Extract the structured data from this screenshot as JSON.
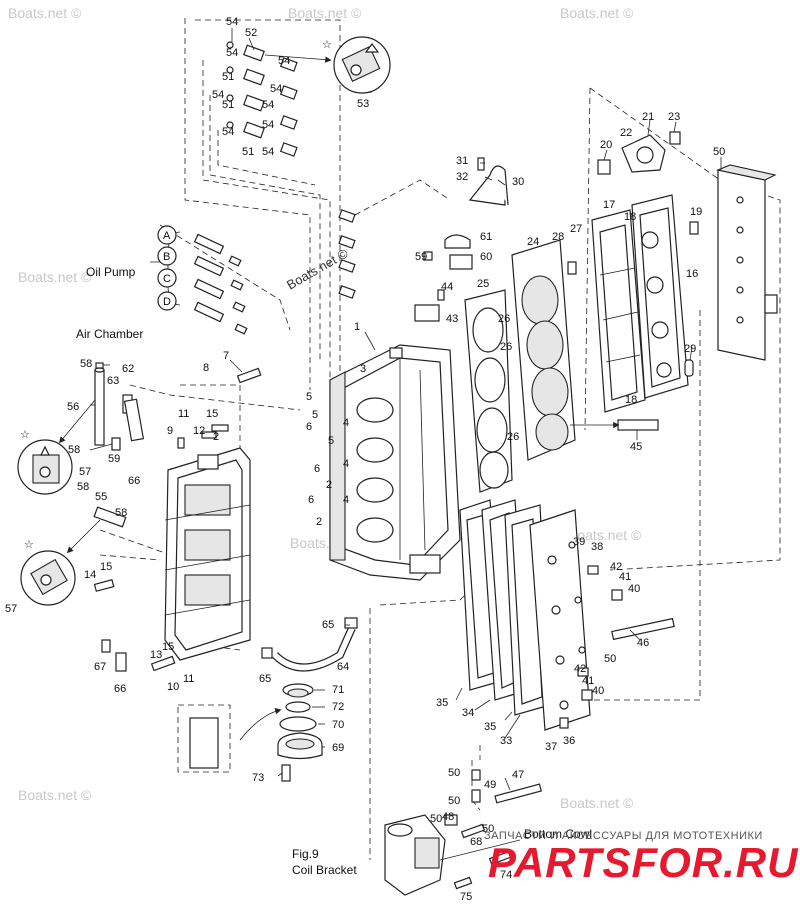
{
  "labels": {
    "air_chamber": "Air Chamber",
    "oil_pump": "Oil Pump",
    "fig": "Fig.9",
    "coil_bracket": "Coil Bracket",
    "bottom_cowl": "Bottom Cowl",
    "circle_a": "A",
    "circle_b": "B",
    "circle_c": "C",
    "circle_d": "D"
  },
  "watermarks": {
    "text": "Boats.net ©"
  },
  "brand": {
    "tagline": "ЗАПЧАСТИ И АКСЕССУАРЫ ДЛЯ МОТОТЕХНИКИ",
    "logo": "PARTSFOR.RU"
  },
  "callouts": [
    "54",
    "52",
    "54",
    "54",
    "53",
    "51",
    "54",
    "54",
    "51",
    "54",
    "54",
    "54",
    "51",
    "54",
    "31",
    "32",
    "30",
    "21",
    "22",
    "23",
    "20",
    "50",
    "17",
    "18",
    "19",
    "28",
    "27",
    "24",
    "61",
    "59",
    "60",
    "16",
    "44",
    "43",
    "25",
    "26",
    "1",
    "3",
    "29",
    "26",
    "18",
    "45",
    "26",
    "8",
    "7",
    "5",
    "5",
    "6",
    "4",
    "5",
    "4",
    "6",
    "2",
    "4",
    "6",
    "2",
    "11",
    "15",
    "9",
    "12",
    "2",
    "58",
    "62",
    "63",
    "56",
    "57",
    "58",
    "59",
    "66",
    "58",
    "55",
    "58",
    "14",
    "15",
    "57",
    "39",
    "38",
    "42",
    "41",
    "40",
    "46",
    "50",
    "65",
    "64",
    "67",
    "66",
    "13",
    "15",
    "10",
    "11",
    "65",
    "71",
    "72",
    "70",
    "69",
    "73",
    "35",
    "34",
    "35",
    "33",
    "42",
    "41",
    "40",
    "37",
    "36",
    "50",
    "47",
    "49",
    "50",
    "50",
    "48",
    "68",
    "50",
    "74",
    "75"
  ],
  "colors": {
    "line": "#222222",
    "watermark": "#c8c8c8",
    "brand_red": "#e6192e"
  }
}
